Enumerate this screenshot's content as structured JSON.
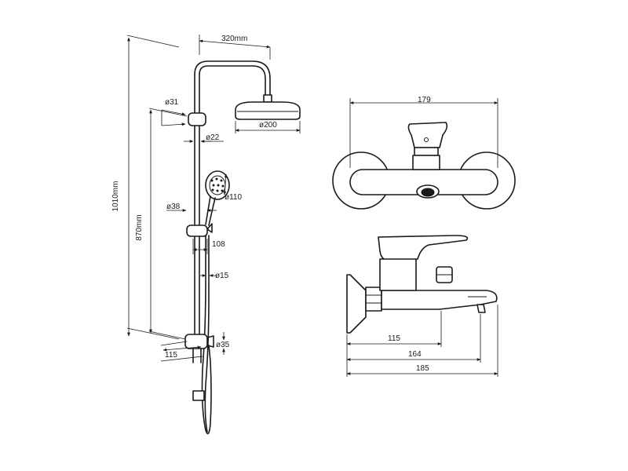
{
  "diagram": {
    "shower_column": {
      "dims": {
        "arm_reach": "320mm",
        "total_height": "1010mm",
        "slider_rail_height": "870mm",
        "head_diameter": "ø200",
        "mount_diameter": "ø31",
        "pipe_diameter": "ø22",
        "handshower_diameter": "ø110",
        "handle_diameter": "ø38",
        "wall_offset": "108",
        "hose_diameter": "ø15",
        "bottom_bracket": "ø35",
        "bottom_offset": "115"
      }
    },
    "mixer_front": {
      "dims": {
        "width": "179"
      }
    },
    "mixer_side": {
      "dims": {
        "d1": "115",
        "d2": "164",
        "d3": "185"
      }
    }
  }
}
